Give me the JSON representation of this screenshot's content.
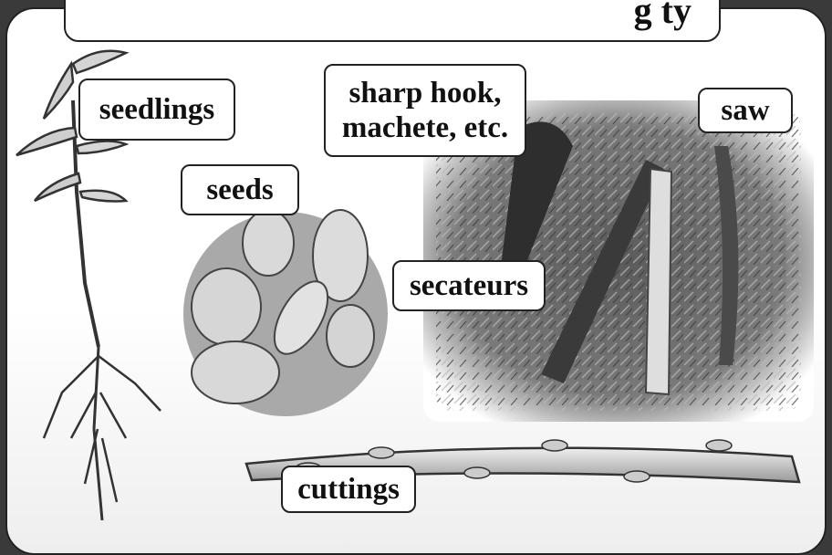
{
  "title": "g ty",
  "labels": {
    "seedlings": "seedlings",
    "seeds": "seeds",
    "sharp_hook": "sharp hook, machete, etc.",
    "saw": "saw",
    "secateurs": "secateurs",
    "cuttings": "cuttings"
  },
  "colors": {
    "border": "#222222",
    "seed_disc": "#a9a9a9",
    "photo_ground": "#6e6e6e"
  }
}
